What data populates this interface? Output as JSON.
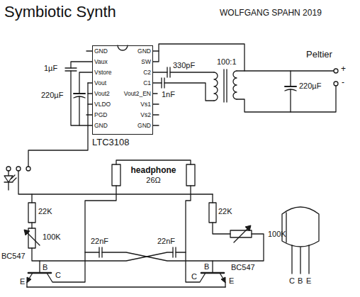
{
  "diagram": {
    "title": "Symbiotic Synth",
    "nodes": [
      {
        "text": [
          "LTC3108",
          "GND",
          "Vaux",
          "Vstore",
          "Vout",
          "Vout2",
          "VLDO",
          "PGD",
          "GND",
          "GND",
          "SW",
          "C2",
          "C1",
          "Vout2_EN",
          "Vs1",
          "Vs2",
          "GND"
        ]
      },
      {
        "text": [
          "headphone",
          "26Ω"
        ]
      }
    ],
    "labels": [
      "WOLFGANG SPAHN 2019",
      "1µF",
      "220µF",
      "330pF",
      "1nF",
      "100:1",
      "Peltier",
      "+",
      "-",
      "220µF",
      "22K",
      "100K",
      "22K",
      "100K",
      "BC547",
      "B",
      "E",
      "C",
      "22nF",
      "22nF",
      "BC547",
      "B",
      "C",
      "E",
      "C",
      "B",
      "E"
    ]
  }
}
